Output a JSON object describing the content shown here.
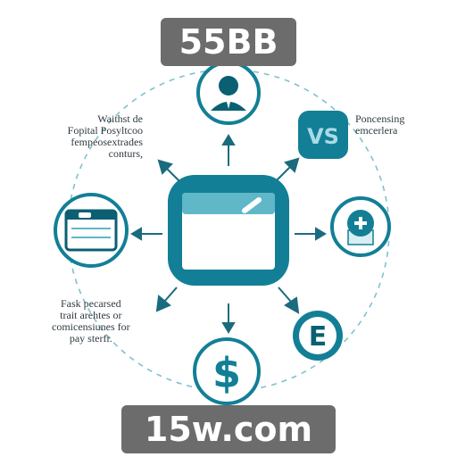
{
  "badges": {
    "top": "55BB",
    "bottom": "15w.com"
  },
  "nodes": {
    "vs_label": "VS",
    "dollar_symbol": "$",
    "e_letter": "E"
  },
  "labels": {
    "top_left": [
      "Waithst de",
      "Fopital Posyltcoo",
      "fempeosextrades",
      "conturs,"
    ],
    "top_right": [
      "Poncensing",
      "emcerlera"
    ],
    "bottom_left": [
      "Fask pecarsed",
      "trait arehtes or",
      "comicensiunes for",
      "pay sterfr."
    ]
  },
  "colors": {
    "teal": "#127f96",
    "teal_light": "#5fb7c8",
    "teal_dark": "#0b5f72",
    "arrow": "#1b6b7e"
  },
  "icons": [
    "person-icon",
    "vs-icon",
    "plus-icon",
    "letter-e-icon",
    "dollar-icon",
    "browser-window-icon",
    "central-app-window-icon"
  ]
}
